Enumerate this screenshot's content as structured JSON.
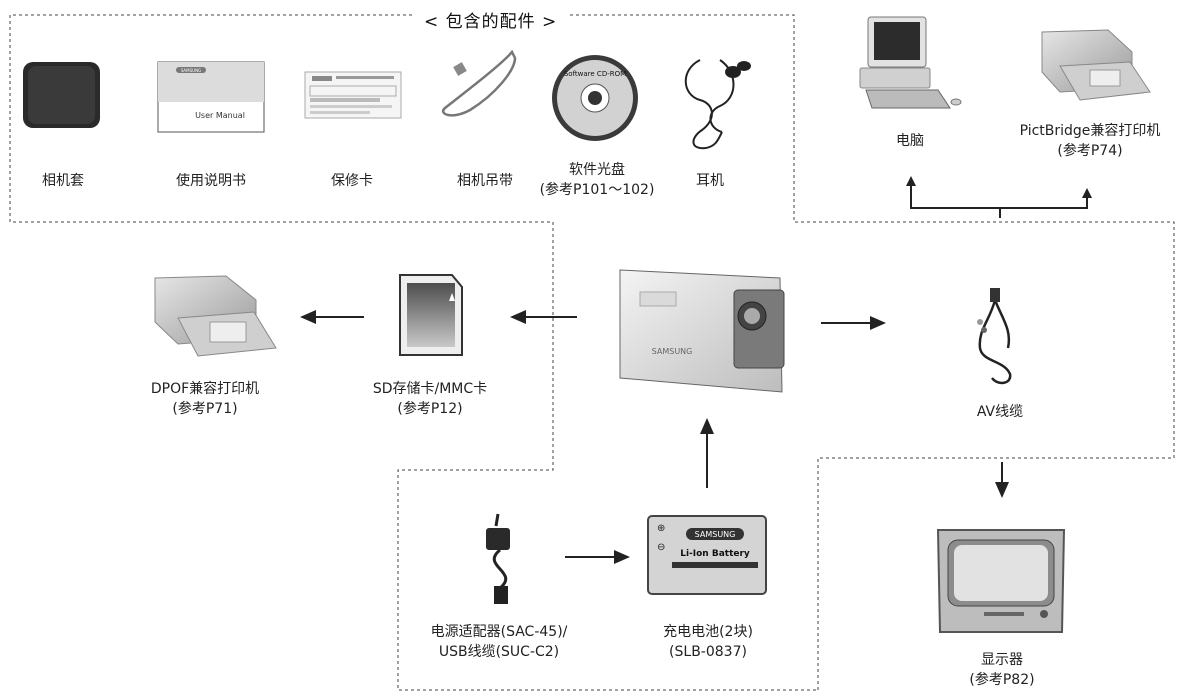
{
  "diagram": {
    "title": "< 包含的配件 >",
    "included_accessories": [
      {
        "id": "camera-case",
        "label": "相机套"
      },
      {
        "id": "user-manual",
        "label": "使用说明书",
        "image_text": "User Manual",
        "brand": "SAMSUNG"
      },
      {
        "id": "warranty-card",
        "label": "保修卡"
      },
      {
        "id": "camera-strap",
        "label": "相机吊带"
      },
      {
        "id": "software-cd",
        "label": "软件光盘",
        "sub": "(参考P101～102)",
        "image_text": "Software CD-ROM"
      },
      {
        "id": "earphones",
        "label": "耳机"
      }
    ],
    "pc_side": {
      "computer": {
        "label": "电脑"
      },
      "pictbridge_printer": {
        "label": "PictBridge兼容打印机",
        "sub": "(参考P74)"
      }
    },
    "camera": {
      "brand": "SAMSUNG"
    },
    "left_chain": {
      "sd_card": {
        "label": "SD存储卡/MMC卡",
        "sub": "(参考P12)"
      },
      "dpof_printer": {
        "label": "DPOF兼容打印机",
        "sub": "(参考P71)"
      }
    },
    "av_cable": {
      "label": "AV线缆"
    },
    "monitor": {
      "label": "显示器",
      "sub": "(参考P82)"
    },
    "power": {
      "adapter": {
        "label": "电源适配器(SAC-45)/",
        "sub": "USB线缆(SUC-C2)"
      },
      "battery": {
        "label": "充电电池(2块)",
        "sub": "(SLB-0837)",
        "brand": "SAMSUNG",
        "type": "Li-Ion Battery"
      }
    }
  },
  "colors": {
    "line": "#333333",
    "dark": "#1e1e1e",
    "mid": "#8a8a8a",
    "light": "#d6d6d6"
  }
}
